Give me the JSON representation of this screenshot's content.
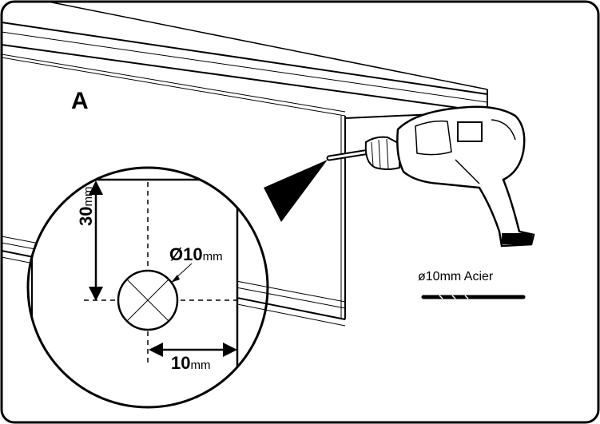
{
  "panel_label": "A",
  "dimensions": {
    "height": {
      "value": "30",
      "unit": "mm"
    },
    "hole_diameter": {
      "value": "Ø10",
      "unit": "mm"
    },
    "offset": {
      "value": "10",
      "unit": "mm"
    }
  },
  "drill_bit_label": "ø10mm Acier"
}
